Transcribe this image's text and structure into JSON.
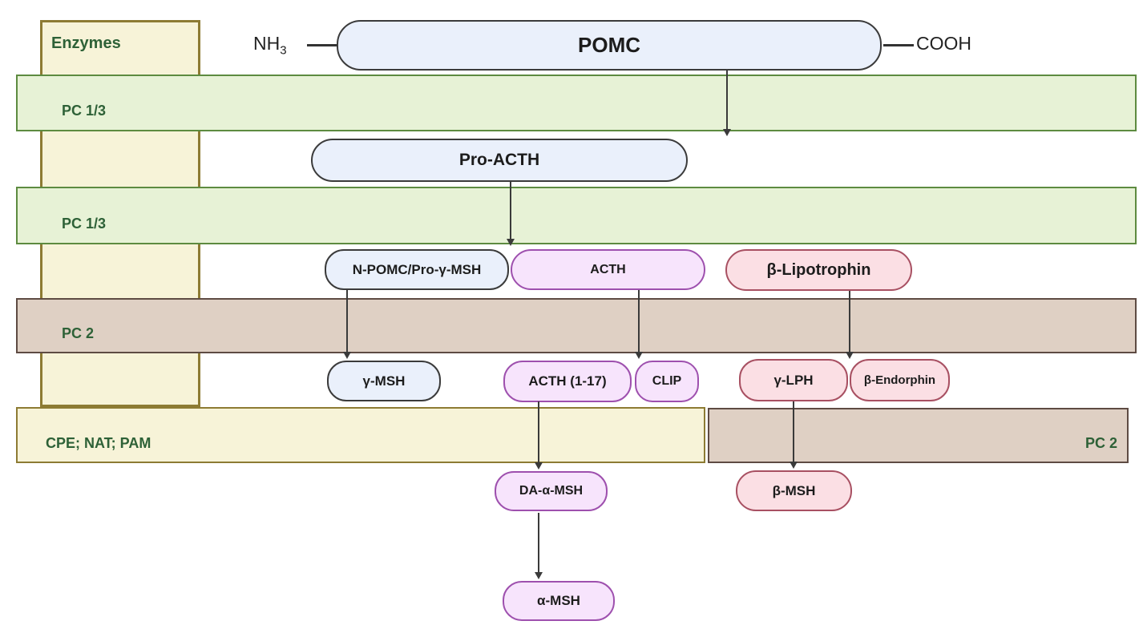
{
  "colors": {
    "green_fill": "#e7f2d6",
    "green_border": "#5d8b40",
    "yellow_fill": "#f7f3d8",
    "yellow_border": "#8d7b33",
    "brown_fill": "#dfd0c4",
    "brown_border": "#5e4b43",
    "blue_fill": "#eaf0fb",
    "blue_border": "#3b3b3b",
    "purple_fill": "#f7e4fc",
    "purple_border": "#9e50ae",
    "pink_fill": "#fbdfe4",
    "pink_border": "#a85062",
    "enzyme_text": "#2e6137",
    "arrow": "#3a3a3a",
    "label_text": "#1c1c1c"
  },
  "enzymes": {
    "column_label": "Enzymes",
    "band1": "PC 1/3",
    "band2": "PC 1/3",
    "band3": "PC 2",
    "band4": "CPE; NAT; PAM",
    "band5": "PC 2"
  },
  "terminals": {
    "amino": "NH",
    "amino_sub": "3",
    "carboxy": "COOH"
  },
  "peptides": {
    "pomc": "POMC",
    "pro_acth": "Pro-ACTH",
    "n_pomc_pro_g_msh": "N-POMC/Pro-γ-MSH",
    "acth": "ACTH",
    "beta_lipotrophin": "β-Lipotrophin",
    "gamma_msh": "γ-MSH",
    "acth_1_17": "ACTH (1-17)",
    "clip": "CLIP",
    "gamma_lph": "γ-LPH",
    "beta_endorphin": "β-Endorphin",
    "da_alpha_msh": "DA-α-MSH",
    "beta_msh": "β-MSH",
    "alpha_msh": "α-MSH"
  }
}
